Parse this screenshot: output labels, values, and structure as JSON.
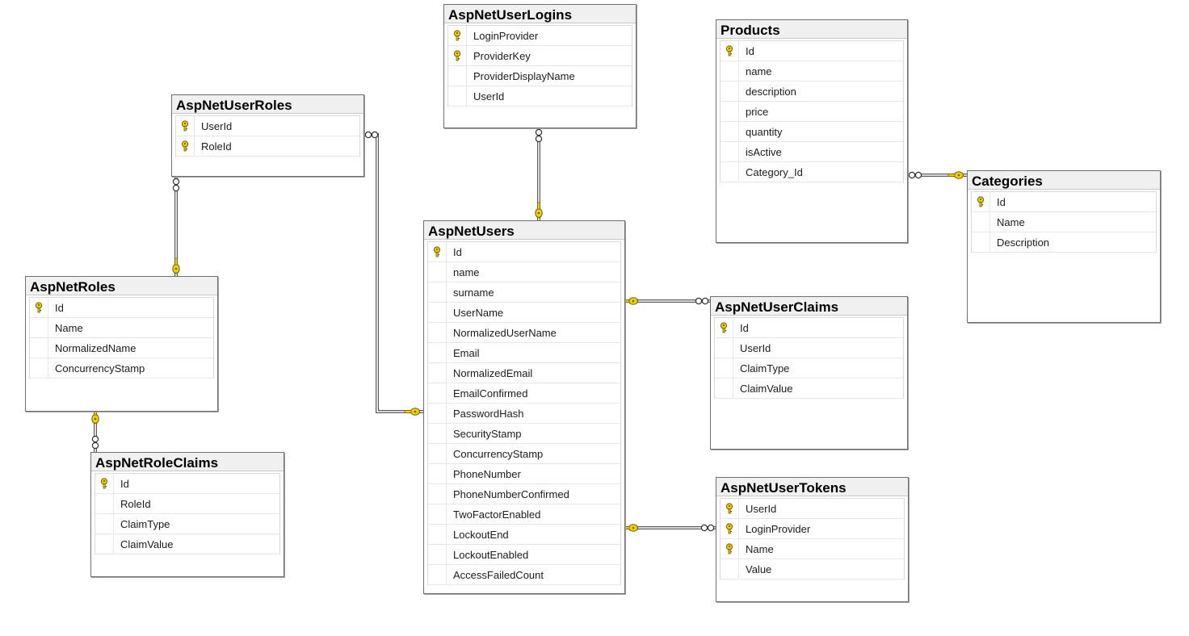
{
  "colors": {
    "key": "#f0d000",
    "key_outline": "#6b5b00",
    "line": "#5a5a5a",
    "title_bg": "#f0f0f0"
  },
  "tables": [
    {
      "id": "aspnetuserlogins",
      "title": "AspNetUserLogins",
      "columns": [
        {
          "name": "LoginProvider",
          "pk": true
        },
        {
          "name": "ProviderKey",
          "pk": true
        },
        {
          "name": "ProviderDisplayName",
          "pk": false
        },
        {
          "name": "UserId",
          "pk": false
        }
      ]
    },
    {
      "id": "products",
      "title": "Products",
      "columns": [
        {
          "name": "Id",
          "pk": true
        },
        {
          "name": "name",
          "pk": false
        },
        {
          "name": "description",
          "pk": false
        },
        {
          "name": "price",
          "pk": false
        },
        {
          "name": "quantity",
          "pk": false
        },
        {
          "name": "isActive",
          "pk": false
        },
        {
          "name": "Category_Id",
          "pk": false
        }
      ]
    },
    {
      "id": "aspnetuserroles",
      "title": "AspNetUserRoles",
      "columns": [
        {
          "name": "UserId",
          "pk": true
        },
        {
          "name": "RoleId",
          "pk": true
        }
      ]
    },
    {
      "id": "categories",
      "title": "Categories",
      "columns": [
        {
          "name": "Id",
          "pk": true
        },
        {
          "name": "Name",
          "pk": false
        },
        {
          "name": "Description",
          "pk": false
        }
      ]
    },
    {
      "id": "aspnetusers",
      "title": "AspNetUsers",
      "columns": [
        {
          "name": "Id",
          "pk": true
        },
        {
          "name": "name",
          "pk": false
        },
        {
          "name": "surname",
          "pk": false
        },
        {
          "name": "UserName",
          "pk": false
        },
        {
          "name": "NormalizedUserName",
          "pk": false
        },
        {
          "name": "Email",
          "pk": false
        },
        {
          "name": "NormalizedEmail",
          "pk": false
        },
        {
          "name": "EmailConfirmed",
          "pk": false
        },
        {
          "name": "PasswordHash",
          "pk": false
        },
        {
          "name": "SecurityStamp",
          "pk": false
        },
        {
          "name": "ConcurrencyStamp",
          "pk": false
        },
        {
          "name": "PhoneNumber",
          "pk": false
        },
        {
          "name": "PhoneNumberConfirmed",
          "pk": false
        },
        {
          "name": "TwoFactorEnabled",
          "pk": false
        },
        {
          "name": "LockoutEnd",
          "pk": false
        },
        {
          "name": "LockoutEnabled",
          "pk": false
        },
        {
          "name": "AccessFailedCount",
          "pk": false
        }
      ]
    },
    {
      "id": "aspnetroles",
      "title": "AspNetRoles",
      "columns": [
        {
          "name": "Id",
          "pk": true
        },
        {
          "name": "Name",
          "pk": false
        },
        {
          "name": "NormalizedName",
          "pk": false
        },
        {
          "name": "ConcurrencyStamp",
          "pk": false
        }
      ]
    },
    {
      "id": "aspnetuserclaims",
      "title": "AspNetUserClaims",
      "columns": [
        {
          "name": "Id",
          "pk": true
        },
        {
          "name": "UserId",
          "pk": false
        },
        {
          "name": "ClaimType",
          "pk": false
        },
        {
          "name": "ClaimValue",
          "pk": false
        }
      ]
    },
    {
      "id": "aspnetroleclaims",
      "title": "AspNetRoleClaims",
      "columns": [
        {
          "name": "Id",
          "pk": true
        },
        {
          "name": "RoleId",
          "pk": false
        },
        {
          "name": "ClaimType",
          "pk": false
        },
        {
          "name": "ClaimValue",
          "pk": false
        }
      ]
    },
    {
      "id": "aspnetusertokens",
      "title": "AspNetUserTokens",
      "columns": [
        {
          "name": "UserId",
          "pk": true
        },
        {
          "name": "LoginProvider",
          "pk": true
        },
        {
          "name": "Name",
          "pk": true
        },
        {
          "name": "Value",
          "pk": false
        }
      ]
    }
  ],
  "relationships": [
    {
      "id": "userlogins-users",
      "from": "AspNetUserLogins",
      "to": "AspNetUsers"
    },
    {
      "id": "userroles-users",
      "from": "AspNetUserRoles",
      "to": "AspNetUsers"
    },
    {
      "id": "userroles-roles",
      "from": "AspNetUserRoles",
      "to": "AspNetRoles"
    },
    {
      "id": "roleclaims-roles",
      "from": "AspNetRoleClaims",
      "to": "AspNetRoles"
    },
    {
      "id": "userclaims-users",
      "from": "AspNetUserClaims",
      "to": "AspNetUsers"
    },
    {
      "id": "usertokens-users",
      "from": "AspNetUserTokens",
      "to": "AspNetUsers"
    },
    {
      "id": "products-categories",
      "from": "Products",
      "to": "Categories"
    }
  ]
}
